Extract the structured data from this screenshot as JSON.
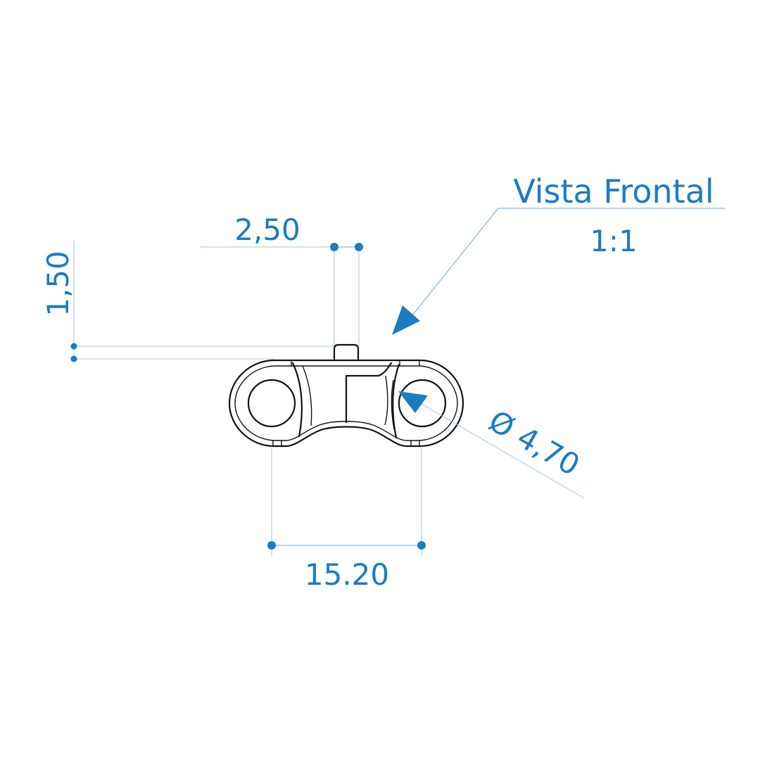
{
  "view": {
    "title": "Vista Frontal",
    "scale": "1:1"
  },
  "dimensions": {
    "top_width": "2,50",
    "height": "1,50",
    "diameter": "Ø 4,70",
    "center_distance": "15.20"
  },
  "colors": {
    "annotation": "#1a7cc1",
    "extension_line": "#9fc6e6",
    "part_outline": "#111111",
    "background": "#ffffff"
  }
}
